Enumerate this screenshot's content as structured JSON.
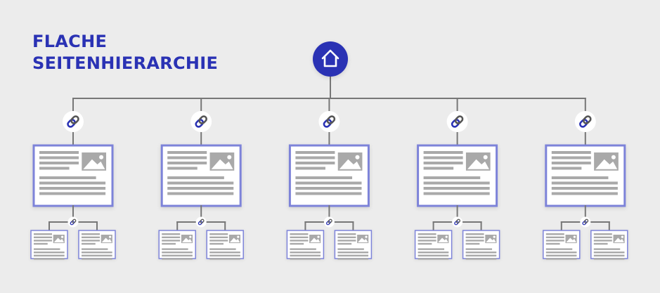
{
  "title": {
    "line1": "FLACHE",
    "line2": "SEITENHIERARCHIE"
  },
  "colors": {
    "background": "#ececec",
    "accent": "#2a32b4",
    "page_border": "#7d83d9",
    "connector": "#777777",
    "placeholder": "#a9a9a9",
    "circle": "#ffffff"
  },
  "icons": {
    "root": "home-icon",
    "connection": "link-icon",
    "media": "image-icon"
  },
  "structure": {
    "branches": 5,
    "subpages_per_branch": 2
  }
}
